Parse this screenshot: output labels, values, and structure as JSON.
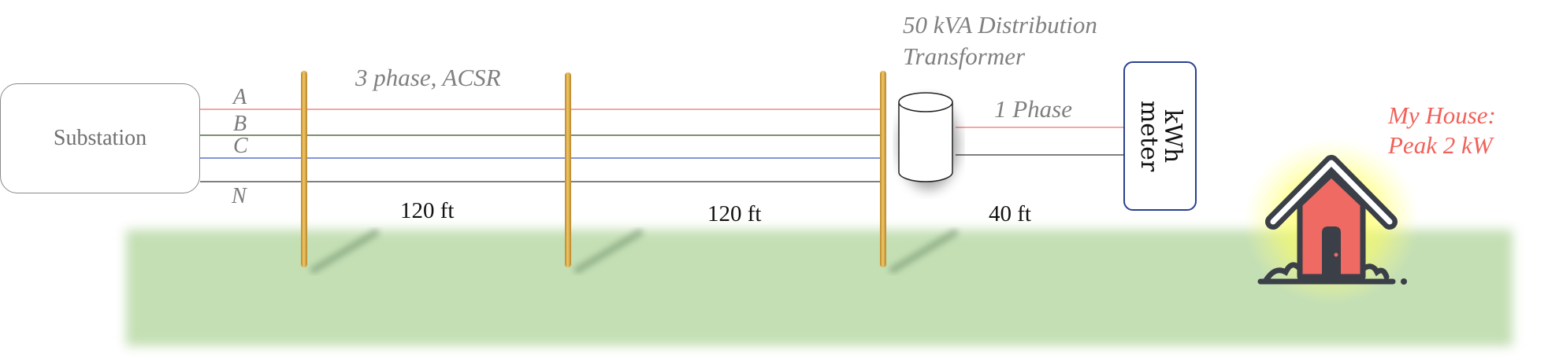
{
  "diagram": {
    "substation_label": "Substation",
    "phase_labels": [
      "A",
      "B",
      "C",
      "N"
    ],
    "three_phase_caption": "3 phase, ACSR",
    "transformer_caption_line1": "50 kVA Distribution",
    "transformer_caption_line2": "Transformer",
    "single_phase_caption": "1 Phase",
    "distances": [
      "120 ft",
      "120 ft",
      "40 ft"
    ],
    "meter_label_line1": "kWh",
    "meter_label_line2": "meter",
    "house_caption_line1": "My House:",
    "house_caption_line2": "Peak 2 kW"
  },
  "colors": {
    "phase_a": "#f08a86",
    "phase_b": "#4f6b3a",
    "phase_c": "#5a72c8",
    "neutral": "#555555",
    "pole": "#d8a94a",
    "ground": "#c4dfb4",
    "house_body": "#ee6a62",
    "house_outline": "#3a3f48",
    "house_glow": "#ffff66",
    "meter_border": "#2b3f8f"
  },
  "icons": {
    "house": "house-icon",
    "transformer": "cylinder-transformer-icon",
    "pole": "utility-pole-icon"
  }
}
